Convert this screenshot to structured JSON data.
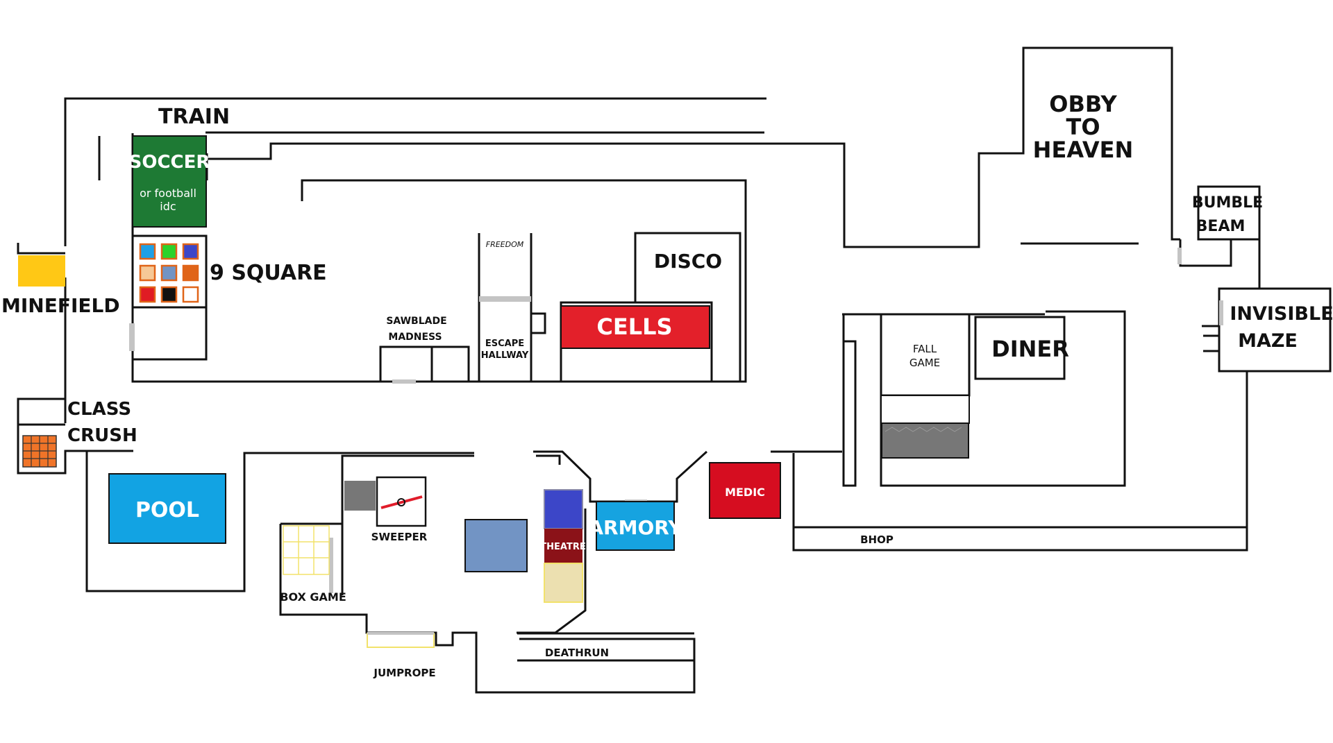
{
  "labels": {
    "train": "TRAIN",
    "soccer": "SOCCER",
    "soccer_sub_1": "or football",
    "soccer_sub_2": "idc",
    "nine_square": "9 SQUARE",
    "minefield": "MINEFIELD",
    "class_crush_1": "CLASS",
    "class_crush_2": "CRUSH",
    "sawblade_1": "SAWBLADE",
    "sawblade_2": "MADNESS",
    "freedom": "FREEDOM",
    "escape_1": "ESCAPE",
    "escape_2": "HALLWAY",
    "disco": "DISCO",
    "cells": "CELLS",
    "obby_1": "OBBY",
    "obby_2": "TO",
    "obby_3": "HEAVEN",
    "bumble_1": "BUMBLE",
    "bumble_2": "BEAM",
    "invisible_1": "INVISIBLE",
    "invisible_2": "MAZE",
    "fall_1": "FALL",
    "fall_2": "GAME",
    "diner": "DINER",
    "pool": "POOL",
    "sweeper": "SWEEPER",
    "box_game": "BOX GAME",
    "jumprope": "JUMPROPE",
    "theatre": "THEATRE",
    "armory": "ARMORY",
    "medic": "MEDIC",
    "bhop": "BHOP",
    "deathrun": "DEATHRUN"
  },
  "colors": {
    "wall": "#111111",
    "soccer": "#1e7a34",
    "cells": "#e3202a",
    "medic": "#d60d20",
    "pool": "#12a3e3",
    "armory": "#16a3e0",
    "minefield": "#ffc815",
    "class_crush": "#f07428",
    "theatre_blue": "#3c46c8",
    "theatre_red": "#8b1218",
    "theatre_tan": "#ece0b0",
    "steel_blue": "#7294c4",
    "gray": "#777777",
    "light_gray": "#c4c4c4",
    "box_grid": "#f2e26a",
    "sweeper_bar": "#e01c2a"
  },
  "nine_square_colors": [
    "#1ea0e6",
    "#2bd22b",
    "#3c46c8",
    "#f6c896",
    "#7294c4",
    "#e06418",
    "#e01c24",
    "#111111",
    "#ffffff"
  ]
}
